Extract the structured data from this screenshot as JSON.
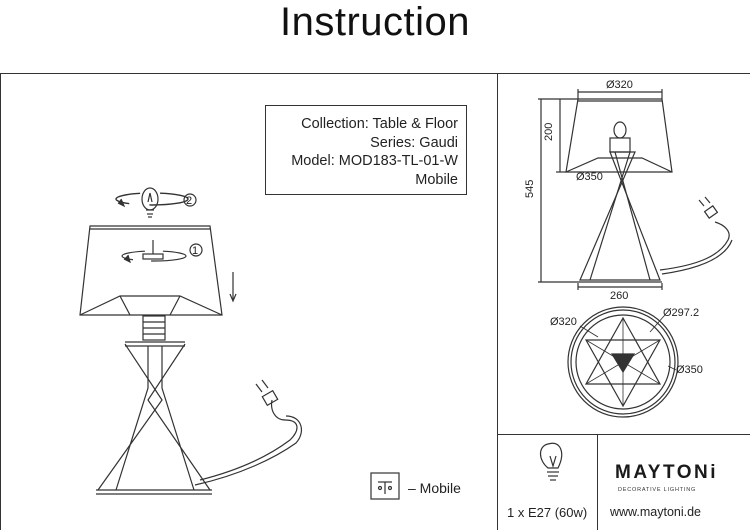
{
  "page": {
    "title": "Instruction"
  },
  "info": {
    "collection": "Collection: Table & Floor",
    "series": "Series: Gaudi",
    "model": "Model: MOD183-TL-01-W",
    "finish": "Mobile"
  },
  "assembly": {
    "step1": "1",
    "step2": "2"
  },
  "legend": {
    "mobile_label": "– Mobile"
  },
  "dimensions": {
    "shade_top": "Ø320",
    "shade_height": "200",
    "shade_bottom": "Ø350",
    "total_height": "545",
    "base_width": "260",
    "top_view_320": "Ø320",
    "top_view_297": "Ø297.2",
    "top_view_350": "Ø350"
  },
  "bulb": {
    "spec": "1 x E27 (60w)"
  },
  "brand": {
    "name": "MAYTONi",
    "tagline": "DECORATIVE LIGHTING",
    "website": "www.maytoni.de"
  }
}
